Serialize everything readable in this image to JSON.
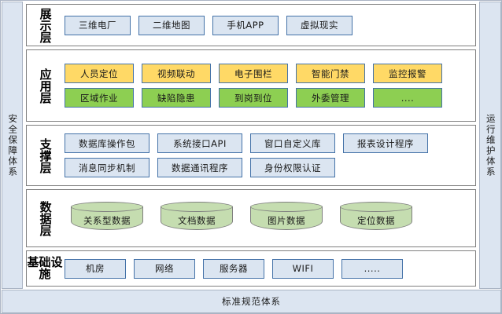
{
  "sidebars": {
    "left": {
      "label": "安全保障体系"
    },
    "right": {
      "label": "运行维护体系"
    }
  },
  "bottom_bar": {
    "label": "标准规范体系"
  },
  "layers": [
    {
      "id": "display",
      "label": "展示层",
      "style": "blue",
      "rows": [
        [
          "三维电厂",
          "二维地图",
          "手机APP",
          "虚拟现实"
        ]
      ]
    },
    {
      "id": "application",
      "label": "应用层",
      "rows": [
        [
          "人员定位",
          "视频联动",
          "电子围栏",
          "智能门禁",
          "监控报警"
        ],
        [
          "区域作业",
          "缺陷隐患",
          "到岗到位",
          "外委管理",
          "...."
        ]
      ],
      "row_styles": [
        "yellow",
        "green"
      ]
    },
    {
      "id": "support",
      "label": "支撑层",
      "style": "blue",
      "rows": [
        [
          "数据库操作包",
          "系统接口API",
          "窗口自定义库",
          "报表设计程序"
        ],
        [
          "消息同步机制",
          "数据通讯程序",
          "身份权限认证"
        ]
      ]
    },
    {
      "id": "data",
      "label": "数据层",
      "style": "cylinder",
      "rows": [
        [
          "关系型数据",
          "文档数据",
          "图片数据",
          "定位数据"
        ]
      ]
    },
    {
      "id": "infrastructure",
      "label": "基础设施",
      "style": "blue",
      "rows": [
        [
          "机房",
          "网络",
          "服务器",
          "WIFI",
          "....."
        ]
      ]
    }
  ],
  "colors": {
    "blue_fill": "#dbe5f1",
    "blue_border": "#4472a8",
    "yellow_fill": "#ffd966",
    "green_fill": "#8dcf52",
    "cylinder_fill": "#c5ddb0",
    "sidebar_fill": "#dce5f1",
    "frame_border": "#7f7f7f"
  }
}
